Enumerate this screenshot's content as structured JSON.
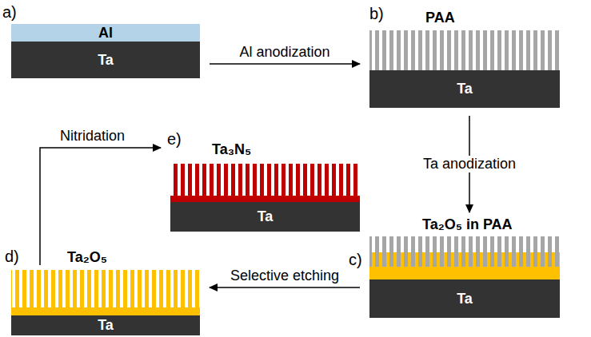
{
  "diagram": {
    "nodes": [
      {
        "text": [
          "a)"
        ]
      },
      {
        "text": [
          "Al"
        ],
        "in": 0
      },
      {
        "text": [
          "Ta"
        ],
        "in": 0
      },
      {
        "text": [
          "b)",
          "PAA"
        ]
      },
      {
        "text": [
          "Ta"
        ],
        "in": 3
      },
      {
        "text": [
          "c)",
          "Ta₂O₅ in PAA"
        ]
      },
      {
        "text": [
          "Ta"
        ],
        "in": 5
      },
      {
        "text": [
          "d)",
          "Ta₂O₅"
        ]
      },
      {
        "text": [
          "Ta"
        ],
        "in": 7
      },
      {
        "text": [
          "e)",
          "Ta₃N₅"
        ]
      },
      {
        "text": [
          "Ta"
        ],
        "in": 9
      }
    ],
    "edges": [
      {
        "from": 0,
        "to": 3,
        "label": "Al anodization",
        "arrow": "to"
      },
      {
        "from": 3,
        "to": 5,
        "label": "Ta anodization",
        "arrow": "to"
      },
      {
        "from": 5,
        "to": 7,
        "label": "Selective etching",
        "arrow": "to"
      },
      {
        "from": 7,
        "to": 9,
        "label": "Nitridation",
        "arrow": "to"
      }
    ]
  }
}
